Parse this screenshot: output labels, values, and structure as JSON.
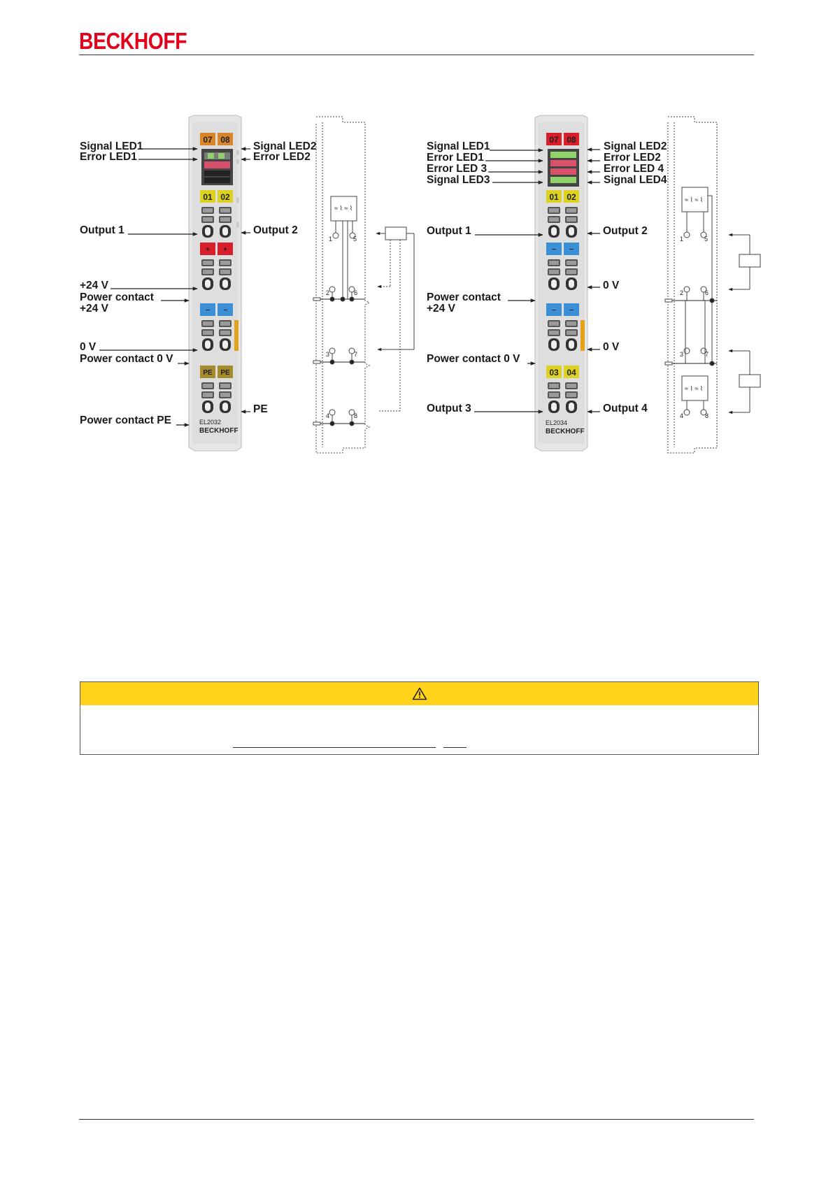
{
  "header": {
    "brand": "BECKHOFF"
  },
  "left_terminal": {
    "model": "EL2032",
    "brand": "BECKHOFF",
    "top_pins": [
      "07",
      "08"
    ],
    "output_pins": [
      "01",
      "02"
    ],
    "plus_marks": [
      "+",
      "+"
    ],
    "minus_marks": [
      "−",
      "−"
    ],
    "pe_marks": [
      "PE",
      "PE"
    ],
    "labels": {
      "signal_led1": "Signal LED1",
      "error_led1": "Error LED1",
      "signal_led2": "Signal LED2",
      "error_led2": "Error LED2",
      "output1": "Output 1",
      "output2": "Output 2",
      "plus24": "+24 V",
      "power_contact": "Power contact",
      "plus24b": "+24 V",
      "zero_v": "0 V",
      "power_contact_0v": "Power contact 0 V",
      "pe": "PE",
      "power_contact_pe": "Power contact PE"
    },
    "schematic_pins": [
      "1",
      "5",
      "2",
      "6",
      "3",
      "7",
      "4",
      "8"
    ]
  },
  "right_terminal": {
    "model": "EL2034",
    "brand": "BECKHOFF",
    "top_pins": [
      "07",
      "08"
    ],
    "output_pins_a": [
      "01",
      "02"
    ],
    "output_pins_b": [
      "03",
      "04"
    ],
    "minus_marks": [
      "−",
      "−"
    ],
    "labels": {
      "signal_led1": "Signal LED1",
      "error_led1": "Error LED1",
      "error_led3": "Error LED 3",
      "signal_led3": "Signal LED3",
      "signal_led2": "Signal LED2",
      "error_led2": "Error LED2",
      "error_led4": "Error LED 4",
      "signal_led4": "Signal LED4",
      "output1": "Output 1",
      "output2": "Output 2",
      "zero_v_a": "0 V",
      "power_contact": "Power contact",
      "plus24": "+24 V",
      "zero_v_b": "0 V",
      "power_contact_0v": "Power contact 0 V",
      "output3": "Output 3",
      "output4": "Output 4"
    },
    "schematic_pins": [
      "1",
      "5",
      "2",
      "6",
      "3",
      "7",
      "4",
      "8"
    ]
  },
  "colors": {
    "brand_red": "#e2001a",
    "warning_yellow": "#ffd21a",
    "terminal_orange": "#d9862a",
    "terminal_red": "#d81e2a",
    "terminal_yellow": "#dcd21f",
    "terminal_blue": "#3b8fd6",
    "terminal_olive": "#a58c2d"
  },
  "icons": {
    "warning": "warning-triangle-icon"
  }
}
